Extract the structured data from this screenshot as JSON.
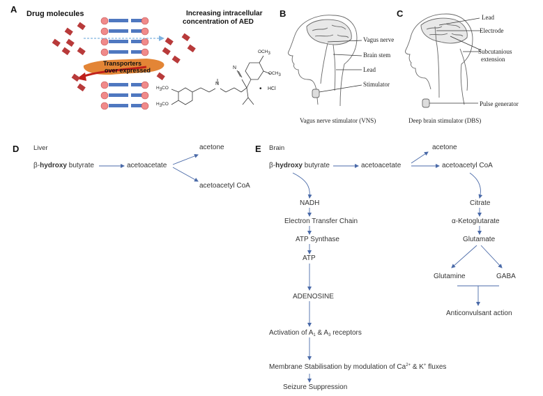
{
  "panels": {
    "a": "A",
    "b": "B",
    "c": "C",
    "d": "D",
    "e": "E"
  },
  "panel_a": {
    "drug_molecules": "Drug molecules",
    "increasing_line1": "Increasing intracellular",
    "increasing_line2": "concentration of AED",
    "transporters_line1": "Transporters",
    "transporters_line2": "over expressed",
    "hcl": "HCl",
    "och3": "OCH",
    "och3_sub": "3",
    "h3co": "H",
    "h3co_sub": "3",
    "h3co_rest": "CO",
    "n": "N",
    "cn": "N"
  },
  "panel_b": {
    "vagus_nerve": "Vagus nerve",
    "brain_stem": "Brain stem",
    "lead": "Lead",
    "stimulator": "Stimulator",
    "caption": "Vagus nerve stimulator (VNS)"
  },
  "panel_c": {
    "lead": "Lead",
    "electrode": "Electrode",
    "subcutanious": "Subcutanious",
    "extension": "extension",
    "pulse_generator": "Pulse generator",
    "caption": "Deep brain stimulator (DBS)"
  },
  "panel_d": {
    "title": "Liver",
    "beta": "β-",
    "hydroxy": "hydroxy",
    "butyrate": " butyrate",
    "acetoacetate": "acetoacetate",
    "acetone": "acetone",
    "acetoacetyl_coa": "acetoacetyl CoA"
  },
  "panel_e": {
    "title": "Brain",
    "beta": "β-",
    "hydroxy": "hydroxy",
    "butyrate": " butyrate",
    "acetoacetate": "acetoacetate",
    "acetone": "acetone",
    "acetoacetyl_coa": "acetoacetyl CoA",
    "nadh": "NADH",
    "etc": "Electron Transfer Chain",
    "atp_synthase": "ATP Synthase",
    "atp": "ATP",
    "adenosine": "ADENOSINE",
    "activation_pre": "Activation of A",
    "activation_sub1": "1",
    "activation_mid": " & A",
    "activation_sub2": "3",
    "activation_post": " receptors",
    "membrane_pre": "Membrane Stabilisation by modulation of Ca",
    "membrane_sup1": "2+",
    "membrane_mid": " & K",
    "membrane_sup2": "+",
    "membrane_post": " fluxes",
    "seizure": "Seizure Suppression",
    "citrate": "Citrate",
    "alpha_kg": "α-Ketoglutarate",
    "glutamate": "Glutamate",
    "glutamine": "Glutamine",
    "gaba": "GABA",
    "anticonvulsant": "Anticonvulsant action"
  },
  "colors": {
    "arrow": "#4a6aa8",
    "membrane_bar": "#4f78c0",
    "lipid_head": "#f08a8a",
    "drug": "#b83a3a",
    "transporter": "#e07820",
    "red_arrow": "#c0201a"
  }
}
